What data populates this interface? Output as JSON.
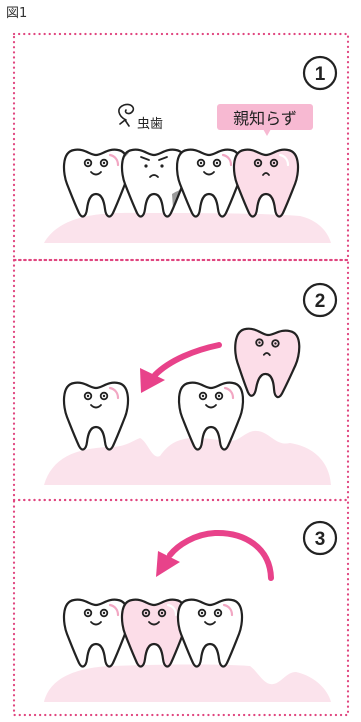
{
  "figure_label": "図1",
  "panels": [
    {
      "number": "1",
      "cavity_label": "虫歯",
      "wisdom_label": "親知らず"
    },
    {
      "number": "2"
    },
    {
      "number": "3"
    }
  ],
  "colors": {
    "border_dots": "#e0457f",
    "gum": "#fbe3ec",
    "accent": "#e8428a",
    "label_bg": "#f7b9d2",
    "tooth_pink": "#fcdde8",
    "decay": "#9a9a9a",
    "outline": "#222222"
  }
}
